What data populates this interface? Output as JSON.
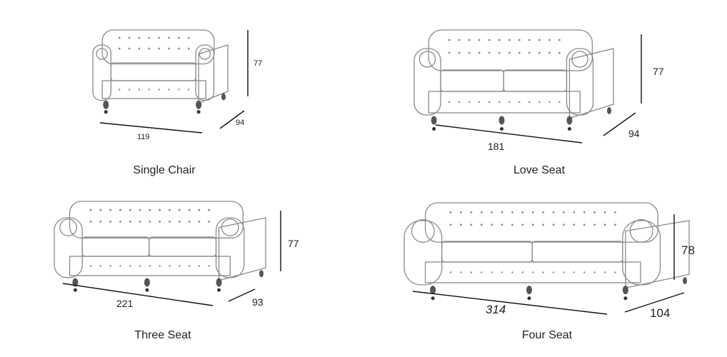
{
  "products": [
    {
      "name": "Single Chair",
      "height": "77",
      "width": "119",
      "depth": "94"
    },
    {
      "name": "Love Seat",
      "height": "77",
      "width": "181",
      "depth": "94"
    },
    {
      "name": "Three Seat",
      "height": "77",
      "width": "221",
      "depth": "93"
    },
    {
      "name": "Four Seat",
      "height": "78",
      "width": "314",
      "depth": "104"
    }
  ],
  "colors": {
    "sketch": "#8a8a8a",
    "dimension_line": "#111111"
  }
}
